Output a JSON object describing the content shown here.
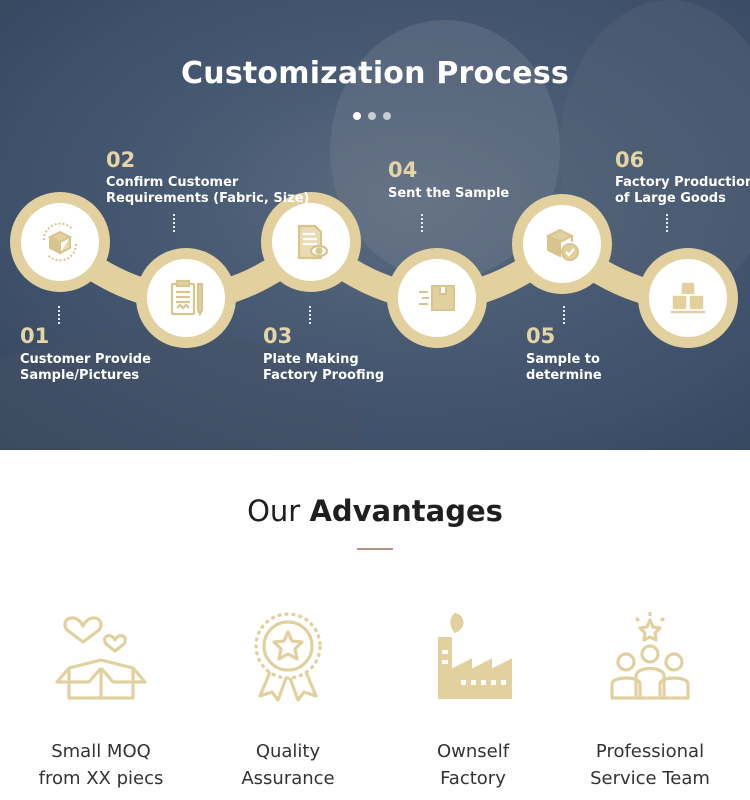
{
  "process": {
    "title": "Customization Process",
    "steps": [
      {
        "num": "01",
        "label_lines": [
          "Customer Provide",
          "Sample/Pictures"
        ],
        "icon": "box-refresh-icon"
      },
      {
        "num": "02",
        "label_lines": [
          "Confirm Customer",
          "Requirements (Fabric, Size)"
        ],
        "icon": "clipboard-pencil-icon"
      },
      {
        "num": "03",
        "label_lines": [
          "Plate Making",
          "Factory Proofing"
        ],
        "icon": "document-eye-icon"
      },
      {
        "num": "04",
        "label_lines": [
          "Sent the Sample"
        ],
        "icon": "delivery-box-icon"
      },
      {
        "num": "05",
        "label_lines": [
          "Sample to",
          "determine"
        ],
        "icon": "box-check-icon"
      },
      {
        "num": "06",
        "label_lines": [
          "Factory Production",
          "of Large Goods"
        ],
        "icon": "stacked-boxes-icon"
      }
    ]
  },
  "advantages": {
    "title_regular": "Our",
    "title_bold": "Advantages",
    "items": [
      {
        "line1": "Small MOQ",
        "line2": "from XX piecs",
        "icon": "gift-box-hearts-icon"
      },
      {
        "line1": "Quality",
        "line2": "Assurance",
        "icon": "award-badge-icon"
      },
      {
        "line1": "Ownself",
        "line2": "Factory",
        "icon": "factory-icon"
      },
      {
        "line1": "Professional",
        "line2": "Service Team",
        "icon": "team-star-icon"
      }
    ]
  },
  "colors": {
    "gold": "#e2d19f",
    "gold_text": "#e5d4a6",
    "navy": "#4a5c74",
    "accent_line": "#b9908a"
  }
}
